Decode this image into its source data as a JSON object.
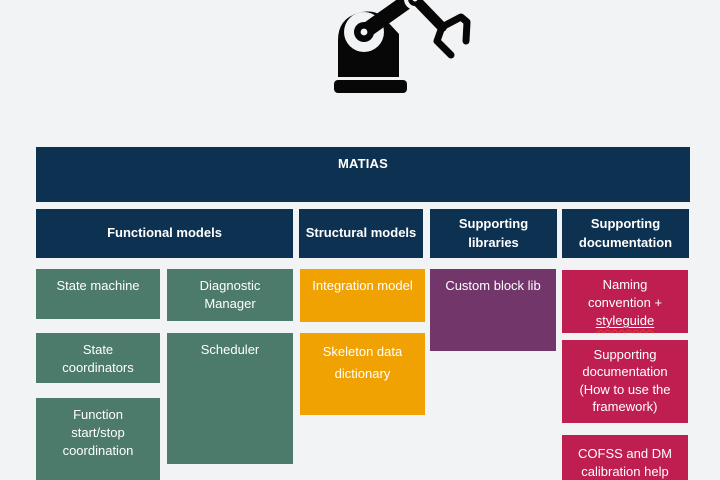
{
  "colors": {
    "bg": "#F2F3F5",
    "navy": "#0D3151",
    "green": "#4C7A6B",
    "orange": "#F0A203",
    "purple": "#72366B",
    "crimson": "#BF1E51",
    "text": "#FFFFFF",
    "icon": "#070707",
    "squiggle": "#E8402A"
  },
  "icon": {
    "name": "robot-arm"
  },
  "root": {
    "title": "MATIAS"
  },
  "columns": {
    "functional": {
      "header": "Functional models"
    },
    "structural": {
      "header": "Structural models"
    },
    "libraries": {
      "header": "Supporting libraries"
    },
    "documentation": {
      "header": "Supporting documentation"
    }
  },
  "boxes": {
    "state_machine": "State machine",
    "diagnostic_manager": "Diagnostic Manager",
    "state_coordinators": "State coordinators",
    "scheduler": "Scheduler",
    "function_coordination": "Function start/stop coordination",
    "integration_model": "Integration model",
    "skeleton_dictionary": "Skeleton data dictionary",
    "custom_block_lib": "Custom block lib",
    "naming_convention_prefix": "Naming convention +",
    "naming_convention_underlined": "styleguide",
    "supporting_docs": "Supporting documentation (How to use the framework)",
    "cofss": "COFSS and DM calibration help"
  }
}
